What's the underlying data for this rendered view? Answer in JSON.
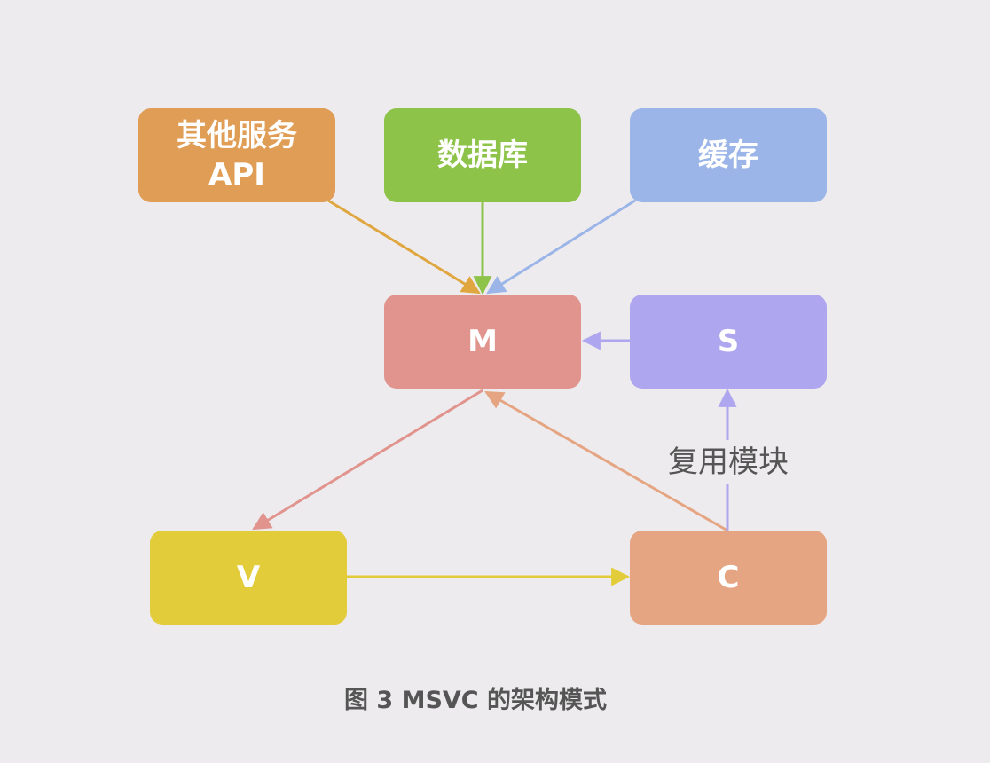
{
  "nodes": {
    "other_api": {
      "label": "其他服务\nAPI",
      "color": "#e09d56"
    },
    "database": {
      "label": "数据库",
      "color": "#8ec34a"
    },
    "cache": {
      "label": "缓存",
      "color": "#9bb5e8"
    },
    "model": {
      "label": "M",
      "color": "#e0948d"
    },
    "service": {
      "label": "S",
      "color": "#aea6ef"
    },
    "view": {
      "label": "V",
      "color": "#e3cc3a"
    },
    "controller": {
      "label": "C",
      "color": "#e6a582"
    }
  },
  "edge_label": "复用模块",
  "caption": "图 3 MSVC 的架构模式",
  "edge_colors": {
    "api_to_model": "#e0a640",
    "db_to_model": "#8ec34a",
    "cache_to_model": "#9bb5e8",
    "service_to_model": "#aea6ef",
    "model_to_view": "#e0948d",
    "controller_to_model": "#e6a582",
    "view_to_controller": "#e3cc3a",
    "controller_to_service": "#aea6ef"
  }
}
